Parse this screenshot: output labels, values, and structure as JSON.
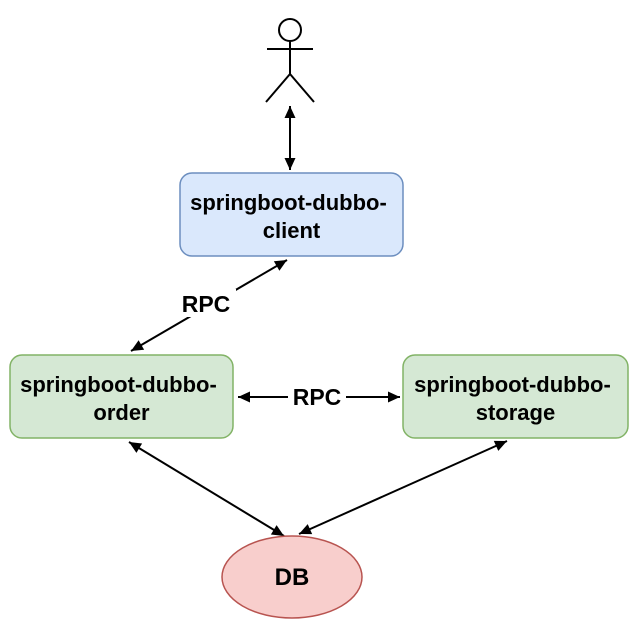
{
  "diagram": {
    "background": "#ffffff",
    "line_color": "#000000",
    "text_color": "#000000",
    "actor": {
      "icon": "stick-figure-actor"
    },
    "nodes": {
      "client": {
        "label_line1": "springboot-dubbo-",
        "label_line2": "client",
        "fill": "#dae8fc",
        "stroke": "#6c8ebf"
      },
      "order": {
        "label_line1": "springboot-dubbo-",
        "label_line2": "order",
        "fill": "#d5e8d4",
        "stroke": "#82b366"
      },
      "storage": {
        "label_line1": "springboot-dubbo-",
        "label_line2": "storage",
        "fill": "#d5e8d4",
        "stroke": "#82b366"
      },
      "db": {
        "label": "DB",
        "fill": "#f8cecc",
        "stroke": "#b85450"
      }
    },
    "edges": {
      "actor_client": {
        "label": ""
      },
      "client_order": {
        "label": "RPC"
      },
      "order_storage": {
        "label": "RPC"
      },
      "order_db": {
        "label": ""
      },
      "storage_db": {
        "label": ""
      }
    }
  }
}
